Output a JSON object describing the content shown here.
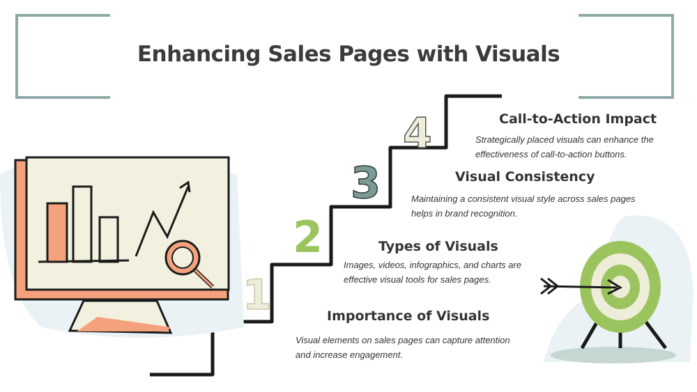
{
  "title": "Enhancing Sales Pages with Visuals",
  "steps": [
    {
      "number": "1",
      "heading": "Importance of Visuals",
      "text": "Visual elements on sales pages can capture attention and increase engagement."
    },
    {
      "number": "2",
      "heading": "Types of Visuals",
      "text": "Images, videos, infographics, and charts are effective visual tools for sales pages."
    },
    {
      "number": "3",
      "heading": "Visual Consistency",
      "text": "Maintaining a consistent visual style across sales pages helps in brand recognition."
    },
    {
      "number": "4",
      "heading": "Call-to-Action Impact",
      "text": "Strategically placed visuals can enhance the effectiveness of call-to-action buttons."
    }
  ],
  "colors": {
    "frame": "#8fa9a6",
    "peach": "#f4a27e",
    "green": "#9cc45e",
    "cream": "#eeedd9",
    "teal": "#7c9a96",
    "ink": "#1a1a1a"
  }
}
